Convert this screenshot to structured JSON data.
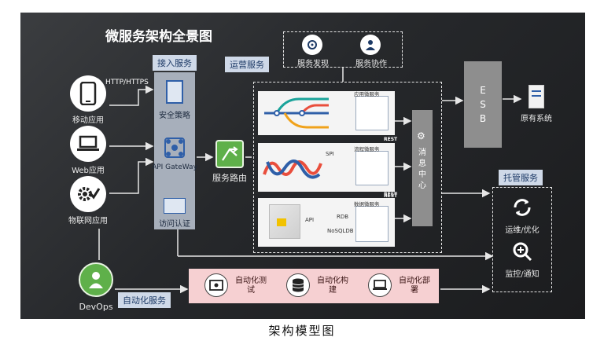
{
  "title": "微服务架构全景图",
  "caption": "架构模型图",
  "left_clients": {
    "protocol": "HTTP/HTTPS",
    "items": [
      {
        "label": "移动应用",
        "icon": "mobile-icon"
      },
      {
        "label": "Web应用",
        "icon": "laptop-icon"
      },
      {
        "label": "物联网应用",
        "icon": "gear-check-icon"
      }
    ]
  },
  "access": {
    "tag": "接入服务",
    "security": "安全策略",
    "gateway": "API GateWay",
    "auth": "访问认证"
  },
  "router": {
    "label": "服务路由"
  },
  "operations": {
    "tag": "运营服务",
    "discovery": "服务发现",
    "coordination": "服务协作"
  },
  "microservices": {
    "app": {
      "label": "应用微服务"
    },
    "process": {
      "label": "流程微服务",
      "spi": "SPI",
      "rest": "REST"
    },
    "data": {
      "label": "数据微服务",
      "api": "API",
      "rdb": "RDB",
      "nosql": "NoSQLDB",
      "rest": "REST"
    },
    "rest_top": "REST"
  },
  "message_center": "消息中心",
  "esb": "ESB",
  "legacy": "原有系统",
  "managed": {
    "tag": "托管服务",
    "ops": "运维/优化",
    "monitor": "监控/通知"
  },
  "devops": {
    "label": "DevOps"
  },
  "automation": {
    "tag": "自动化服务",
    "items": [
      {
        "label": "自动化测试"
      },
      {
        "label": "自动化构建"
      },
      {
        "label": "自动化部署"
      }
    ]
  },
  "colors": {
    "accent_green": "#5fb04a",
    "tag_blue": "#cfd9e8",
    "pink": "#f6d0d2"
  }
}
